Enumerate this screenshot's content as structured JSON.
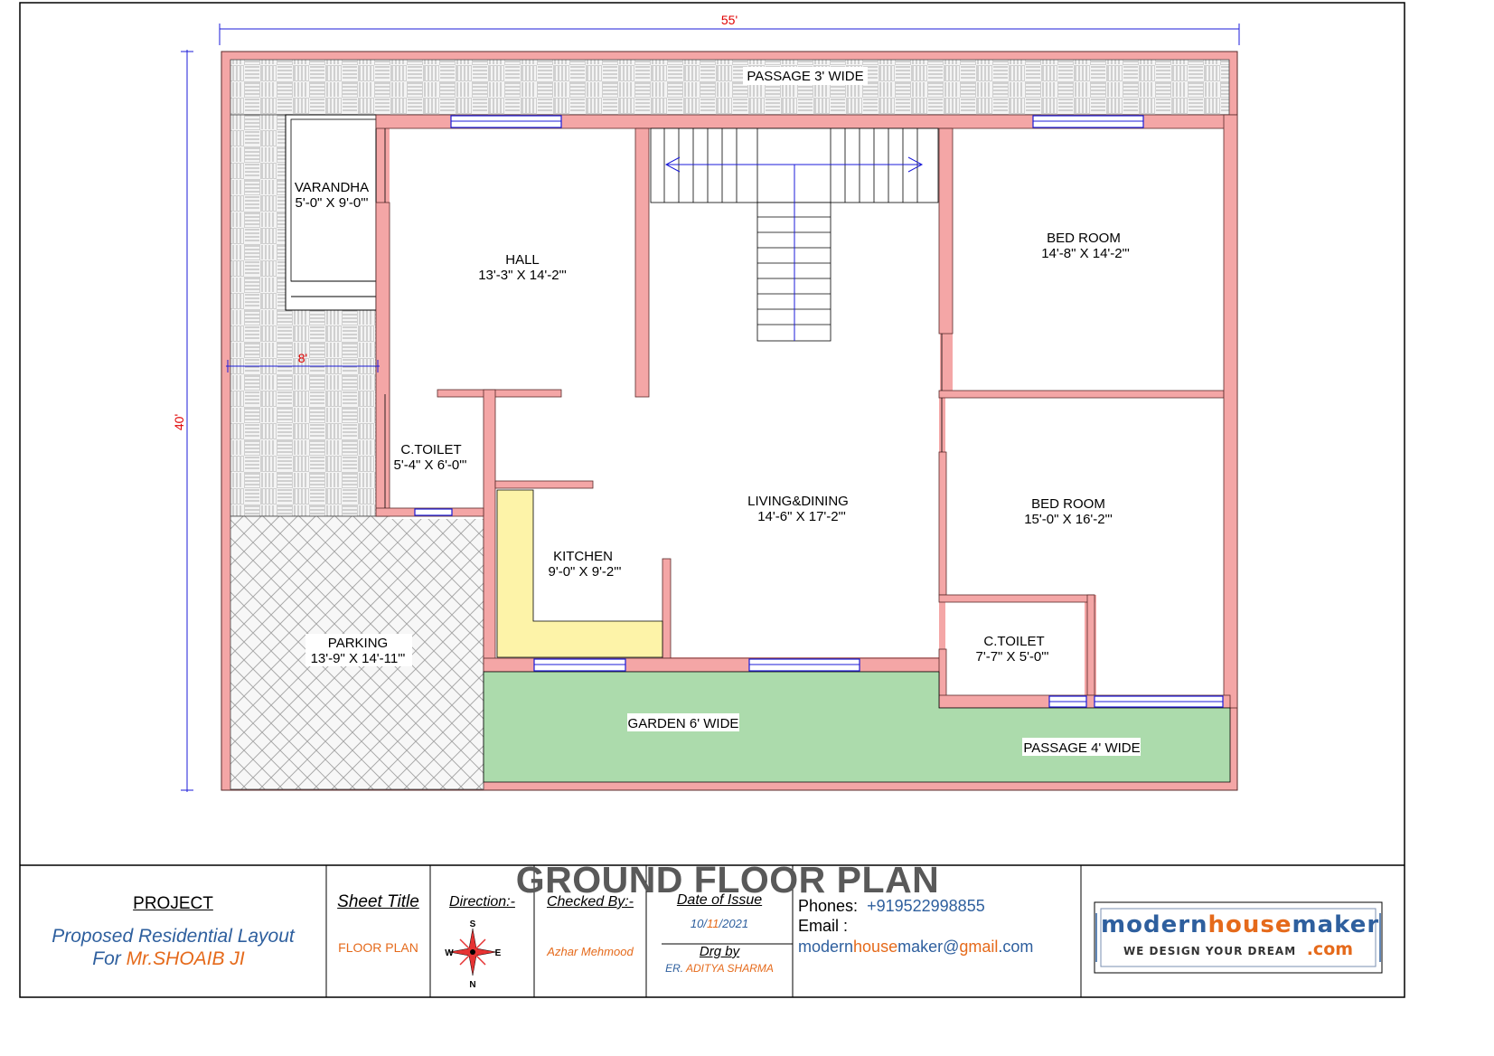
{
  "dimensions": {
    "width": "55'",
    "depth": "40'",
    "varandha_width": "8'"
  },
  "rooms": {
    "passage_top": "PASSAGE 3' WIDE",
    "varandha": {
      "name": "VARANDHA",
      "size": "5'-0\" X 9'-0\"'"
    },
    "hall": {
      "name": "HALL",
      "size": "13'-3\" X 14'-2\"'"
    },
    "bed_room_1": {
      "name": "BED ROOM",
      "size": "14'-8\" X 14'-2\"'"
    },
    "c_toilet_1": {
      "name": "C.TOILET",
      "size": "5'-4\" X 6'-0\"'"
    },
    "living_dining": {
      "name": "LIVING&DINING",
      "size": "14'-6\" X 17'-2\"'"
    },
    "bed_room_2": {
      "name": "BED ROOM",
      "size": "15'-0\" X 16'-2\"'"
    },
    "kitchen": {
      "name": "KITCHEN",
      "size": "9'-0\" X 9'-2\"'"
    },
    "parking": {
      "name": "PARKING",
      "size": "13'-9\" X 14'-11\"'"
    },
    "c_toilet_2": {
      "name": "C.TOILET",
      "size": "7'-7\" X 5'-0\"'"
    },
    "garden": "GARDEN 6' WIDE",
    "passage_right": "PASSAGE 4' WIDE"
  },
  "title": "GROUND FLOOR PLAN",
  "title_block": {
    "project_heading": "PROJECT",
    "project_line1": "Proposed Residential Layout",
    "project_line2_prefix": "For ",
    "project_client": "Mr.SHOAIB JI",
    "sheet_title_heading": "Sheet Title",
    "sheet_title_value": "FLOOR PLAN",
    "direction_heading": "Direction:-",
    "compass": {
      "n": "N",
      "s": "S",
      "e": "E",
      "w": "W",
      "icon": "compass-rose-icon"
    },
    "checked_by_heading": "Checked By:-",
    "checked_by_value": "Azhar Mehmood",
    "date_heading": "Date of Issue",
    "date_day": "10",
    "date_slash1": "/",
    "date_month": "11",
    "date_slash2": "/",
    "date_year": "2021",
    "drg_by_heading": "Drg by",
    "drg_by_prefix": "ER. ",
    "drg_by_value": "ADITYA SHARMA",
    "phones_label": "Phones: ",
    "phones_value": "+919522998855",
    "email_label": "Email :",
    "email_part1": "modern",
    "email_part2": "house",
    "email_part3": "maker@",
    "email_part4": "gmail",
    "email_part5": ".com",
    "logo_part1": "modern",
    "logo_part2": "house",
    "logo_part3": "maker",
    "logo_tagline": "WE DESIGN YOUR DREAM",
    "logo_com": ".com"
  },
  "colors": {
    "wall": "#f4a6a6",
    "wall_stroke": "#5a2a2a",
    "kitchen_counter": "#fdf3a8",
    "garden": "#acdbac",
    "window": "#1b1bd8",
    "dimension_line": "#1b1bd8",
    "dimension_text": "#e00000",
    "title": "#595959",
    "accent_orange": "#e56a1b",
    "accent_blue": "#2e5f9e"
  }
}
